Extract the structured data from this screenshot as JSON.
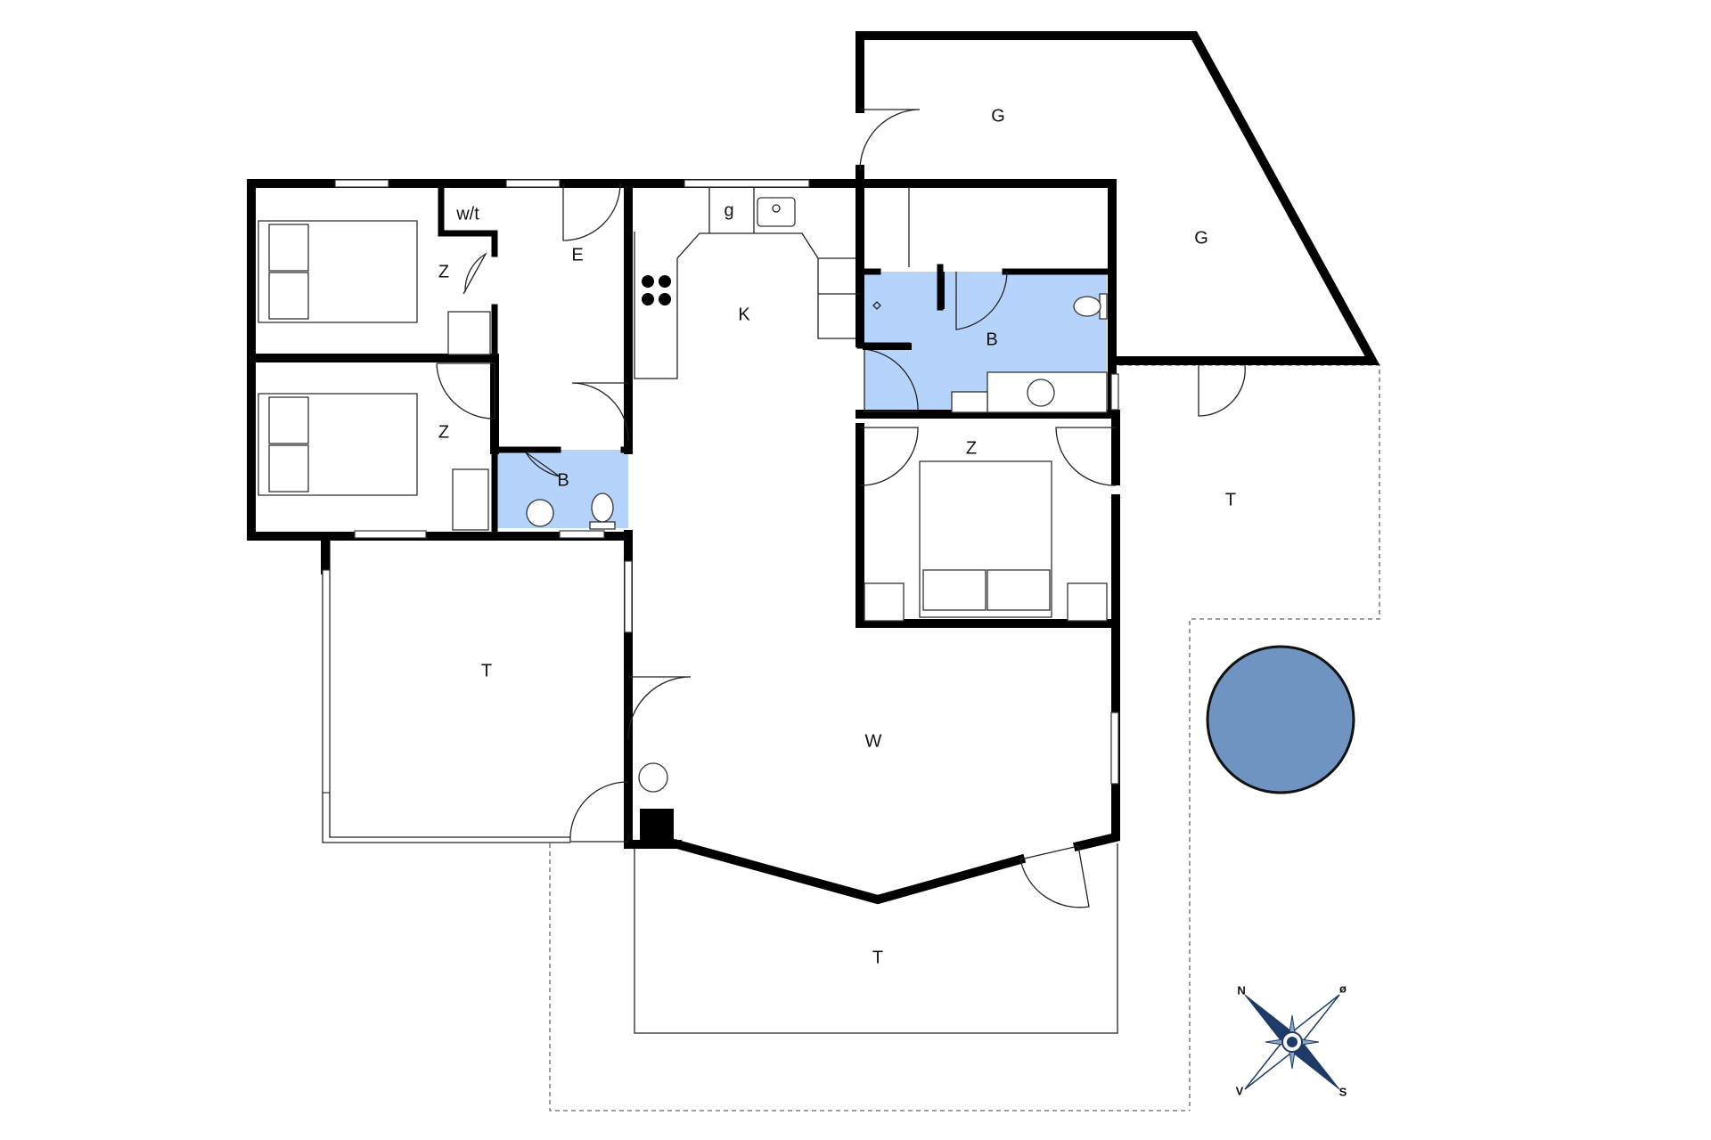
{
  "rooms": {
    "garage_top": "G",
    "garage_right": "G",
    "wc_small": "w/t",
    "entry": "E",
    "bedroom_1": "Z",
    "bedroom_2": "Z",
    "bedroom_3": "Z",
    "kitchen": "K",
    "kitchen_g": "g",
    "bath_1": "B",
    "bath_2": "B",
    "living": "W",
    "terrace_left": "T",
    "terrace_bottom": "T",
    "terrace_right": "T"
  },
  "compass": {
    "north": "N",
    "east": "ø",
    "south": "S",
    "west": "V"
  },
  "colors": {
    "bath_fill": "#b6d4fb",
    "pool_fill": "#6f94c2",
    "pool_stroke": "#111111",
    "compass_blue": "#1f3a66"
  }
}
